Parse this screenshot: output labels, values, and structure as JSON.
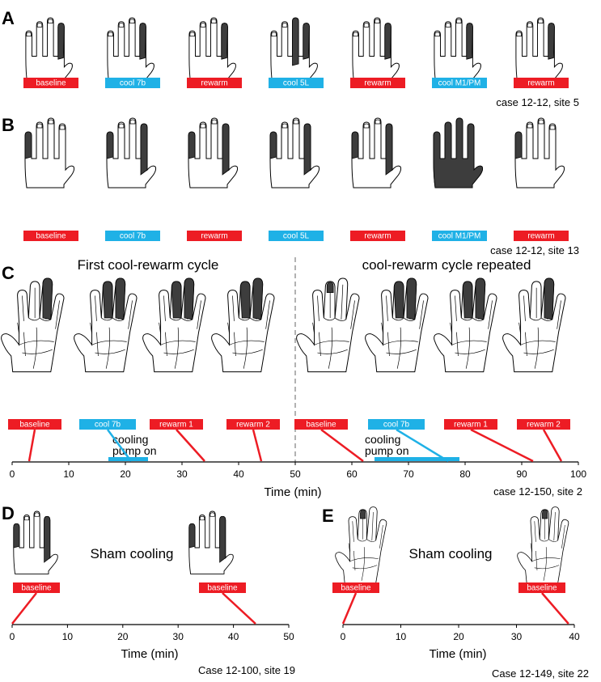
{
  "colors": {
    "baseline": "#ed1c24",
    "rewarm": "#ed1c24",
    "cool": "#1fb1e6",
    "shade": "#3d3d3d",
    "axis": "#000000"
  },
  "panels": {
    "A": {
      "label": "A",
      "case": "case 12-12, site 5",
      "conditions": [
        {
          "label": "baseline",
          "type": "rewarm",
          "shaded": [
            "D3"
          ]
        },
        {
          "label": "cool 7b",
          "type": "cool",
          "shaded": [
            "D3"
          ]
        },
        {
          "label": "rewarm",
          "type": "rewarm",
          "shaded": [
            "D3"
          ]
        },
        {
          "label": "cool 5L",
          "type": "cool",
          "shaded": [
            "D3",
            "D4"
          ]
        },
        {
          "label": "rewarm",
          "type": "rewarm",
          "shaded": [
            "D3"
          ]
        },
        {
          "label": "cool M1/PM",
          "type": "cool",
          "shaded": [
            "D3"
          ]
        },
        {
          "label": "rewarm",
          "type": "rewarm",
          "shaded": [
            "D3"
          ]
        }
      ]
    },
    "B": {
      "label": "B",
      "case": "case 12-12, site 13",
      "conditions": [
        {
          "label": "baseline",
          "type": "rewarm",
          "shaded": [
            "D5"
          ]
        },
        {
          "label": "cool 7b",
          "type": "cool",
          "shaded": [
            "D4",
            "D5"
          ]
        },
        {
          "label": "rewarm",
          "type": "rewarm",
          "shaded": [
            "D4",
            "D5"
          ]
        },
        {
          "label": "cool 5L",
          "type": "cool",
          "shaded": [
            "D4",
            "D5"
          ]
        },
        {
          "label": "rewarm",
          "type": "rewarm",
          "shaded": [
            "D4",
            "D5"
          ]
        },
        {
          "label": "cool M1/PM",
          "type": "cool",
          "shaded": [
            "D2",
            "D3",
            "D4",
            "D5",
            "palm"
          ]
        },
        {
          "label": "rewarm",
          "type": "rewarm",
          "shaded": [
            "D5"
          ]
        }
      ]
    },
    "C": {
      "label": "C",
      "case": "case 12-150, site 2",
      "titles": [
        "First cool-rewarm cycle",
        "cool-rewarm cycle repeated"
      ],
      "divider_x": 50,
      "pump_text": "cooling\npump on",
      "chart_data": {
        "type": "timeline",
        "xlabel": "Time (min)",
        "xlim": [
          0,
          100
        ],
        "xticks": [
          0,
          10,
          20,
          30,
          40,
          50,
          60,
          70,
          80,
          90,
          100
        ],
        "conditions": [
          {
            "label": "baseline",
            "type": "rewarm",
            "time": 3
          },
          {
            "label": "cool 7b",
            "type": "cool",
            "time": 21
          },
          {
            "label": "rewarm 1",
            "type": "rewarm",
            "time": 34
          },
          {
            "label": "rewarm 2",
            "type": "rewarm",
            "time": 44
          },
          {
            "label": "baseline",
            "type": "rewarm",
            "time": 62
          },
          {
            "label": "cool 7b",
            "type": "cool",
            "time": 77
          },
          {
            "label": "rewarm 1",
            "type": "rewarm",
            "time": 92
          },
          {
            "label": "rewarm 2",
            "type": "rewarm",
            "time": 97
          }
        ],
        "pump_on": [
          [
            17,
            24
          ],
          [
            64,
            79
          ]
        ]
      }
    },
    "D": {
      "label": "D",
      "case": "Case 12-100, site 19",
      "title": "Sham cooling",
      "chart_data": {
        "type": "timeline",
        "xlabel": "Time (min)",
        "xlim": [
          0,
          50
        ],
        "xticks": [
          0,
          10,
          20,
          30,
          40,
          50
        ],
        "conditions": [
          {
            "label": "baseline",
            "type": "rewarm",
            "time": 0
          },
          {
            "label": "baseline",
            "type": "rewarm",
            "time": 44
          }
        ]
      }
    },
    "E": {
      "label": "E",
      "case": "Case 12-149, site 22",
      "title": "Sham cooling",
      "chart_data": {
        "type": "timeline",
        "xlabel": "Time (min)",
        "xlim": [
          0,
          40
        ],
        "xticks": [
          0,
          10,
          20,
          30,
          40
        ],
        "conditions": [
          {
            "label": "baseline",
            "type": "rewarm",
            "time": 0
          },
          {
            "label": "baseline",
            "type": "rewarm",
            "time": 39
          }
        ]
      }
    }
  }
}
